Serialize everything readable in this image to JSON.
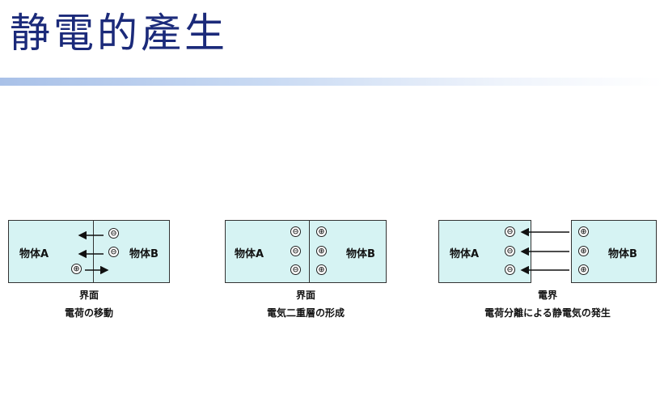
{
  "title": "静電的產生",
  "diagrams": [
    {
      "object_a": "物体A",
      "object_b": "物体B",
      "interface_label": "界面",
      "caption": "電荷の移動",
      "signs": [
        "⊖",
        "⊖",
        "⊕"
      ]
    },
    {
      "object_a": "物体A",
      "object_b": "物体B",
      "interface_label": "界面",
      "caption": "電気二重層の形成",
      "signs": [
        "⊖",
        "⊖",
        "⊖",
        "⊕",
        "⊕",
        "⊕"
      ]
    },
    {
      "object_a": "物体A",
      "object_b": "物体B",
      "interface_label": "電界",
      "caption": "電荷分離による静電気の発生",
      "signs": [
        "⊖",
        "⊖",
        "⊖",
        "⊕",
        "⊕",
        "⊕"
      ]
    }
  ],
  "colors": {
    "title": "#1b2a7a",
    "box_fill": "#d6f3f3",
    "rule": "#a9c1e8"
  }
}
